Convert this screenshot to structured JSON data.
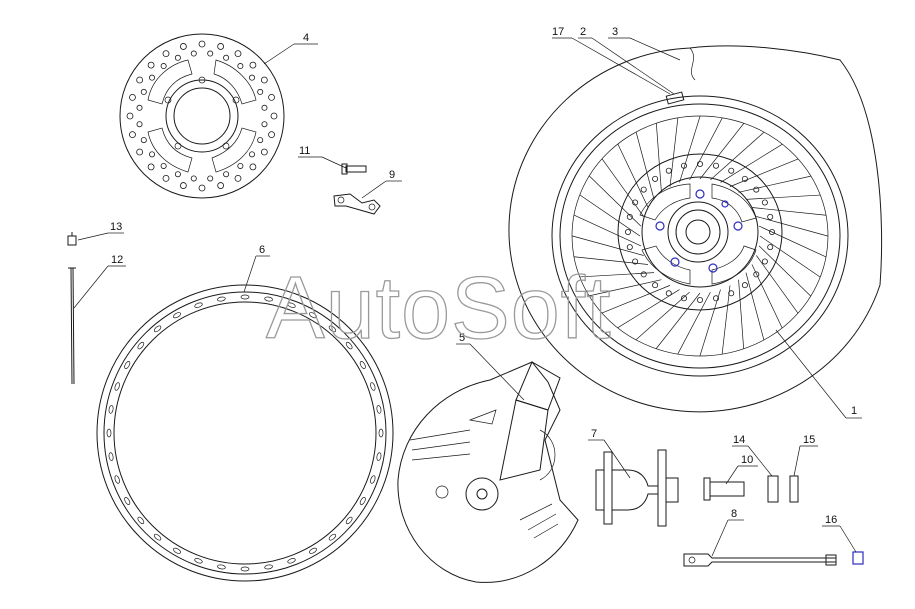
{
  "watermark": "AutoSoft",
  "callouts": {
    "c1": "1",
    "c2": "2",
    "c3": "3",
    "c4": "4",
    "c5": "5",
    "c6": "6",
    "c7": "7",
    "c8": "8",
    "c9": "9",
    "c10": "10",
    "c11": "11",
    "c12": "12",
    "c13": "13",
    "c14": "14",
    "c15": "15",
    "c16": "16",
    "c17": "17"
  },
  "colors": {
    "line": "#1a1a1a",
    "accent": "#2b2bbf",
    "watermark": "#9a9a9a"
  }
}
